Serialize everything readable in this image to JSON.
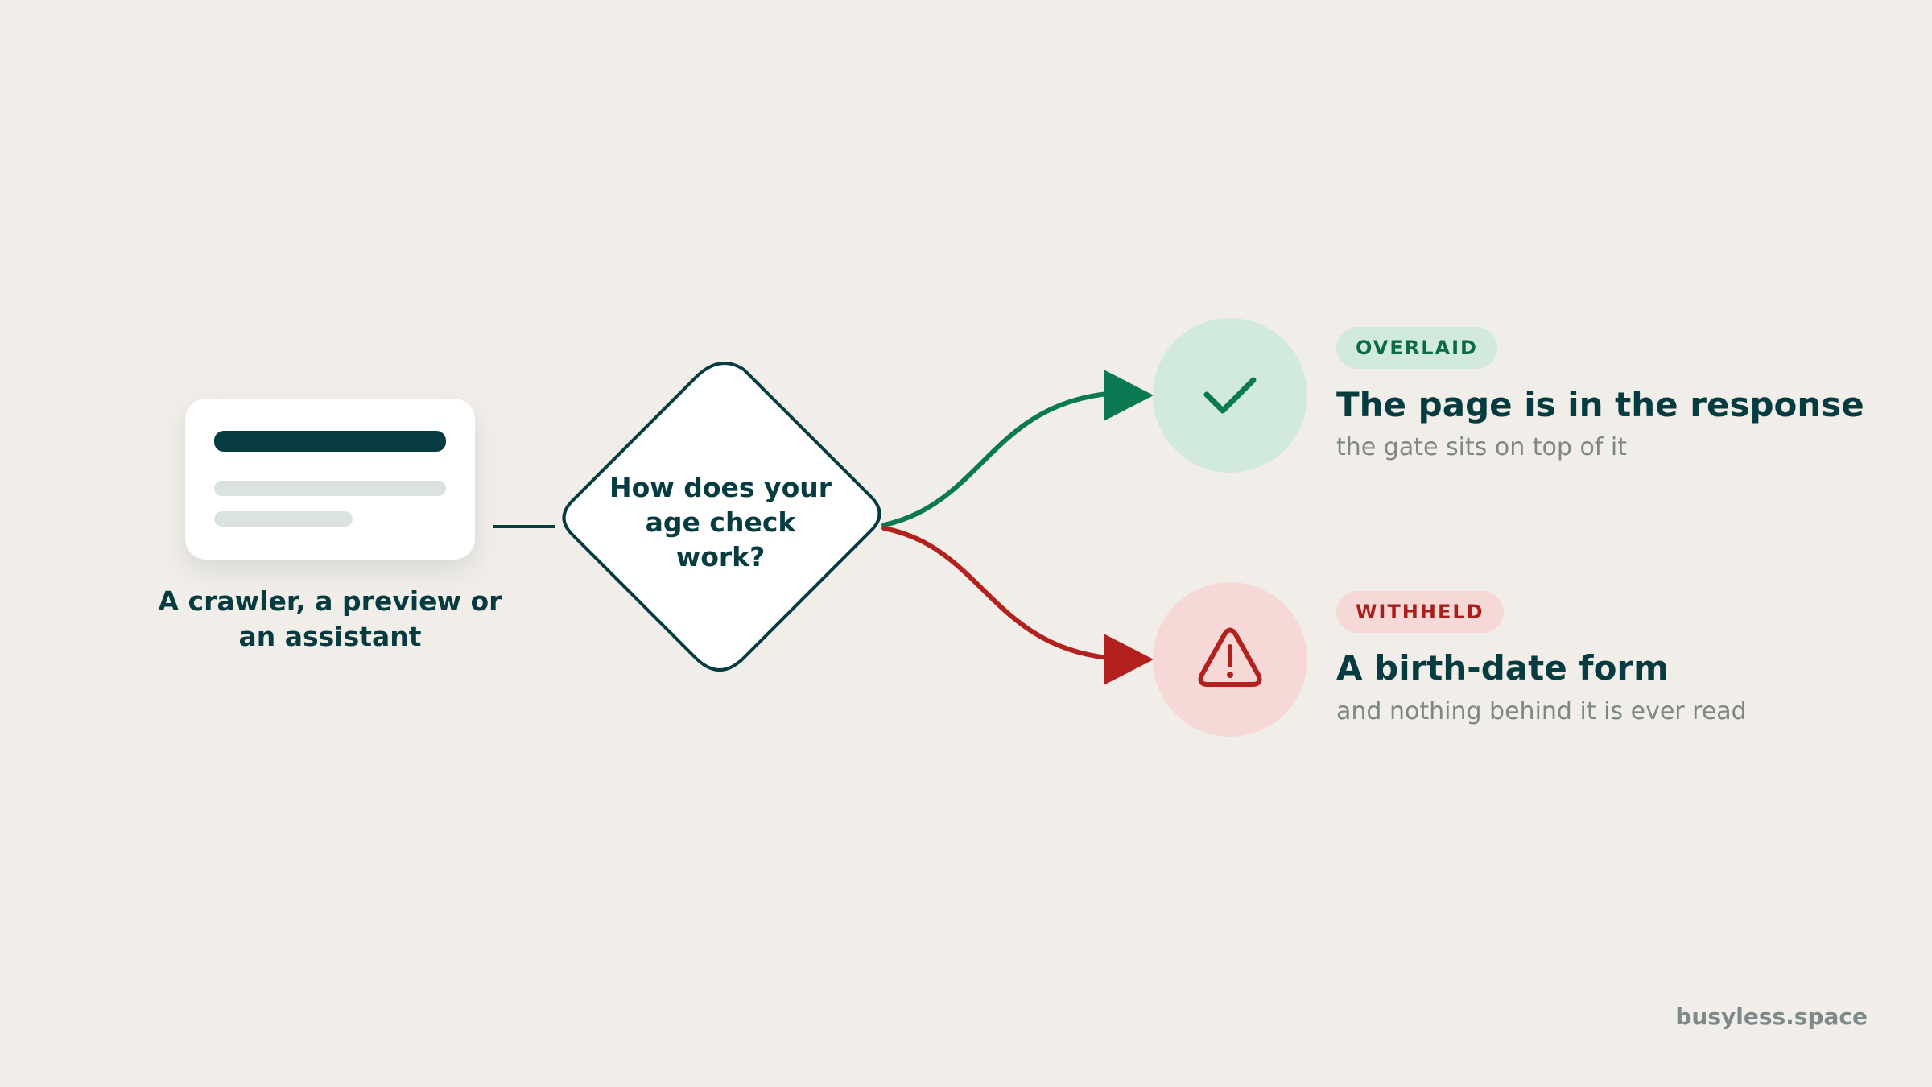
{
  "source": {
    "label": "A crawler, a preview or an assistant"
  },
  "decision": {
    "question": "How does your age check work?"
  },
  "outcomes": {
    "overlaid": {
      "badge": "OVERLAID",
      "title": "The page is in the response",
      "subtitle": "the gate sits on top of it",
      "icon": "check-icon",
      "color": "#0b7a52",
      "bg_color": "#d2eadd"
    },
    "withheld": {
      "badge": "WITHHELD",
      "title": "A birth-date form",
      "subtitle": "and nothing behind it is ever read",
      "icon": "warning-icon",
      "color": "#b2211e",
      "bg_color": "#f6d9d6"
    }
  },
  "footer": {
    "brand": "busyless.space"
  },
  "colors": {
    "background": "#f1eee9",
    "ink": "#063c40",
    "muted": "#7c8786"
  }
}
